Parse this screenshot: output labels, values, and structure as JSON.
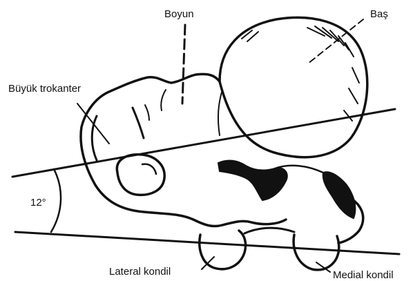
{
  "labels": {
    "neck": "Boyun",
    "head": "Baş",
    "greater_trochanter": "Büyük trokanter",
    "angle": "12°",
    "lateral_condyle": "Lateral kondil",
    "medial_condyle": "Medial kondil"
  },
  "colors": {
    "ink": "#111111",
    "background": "#ffffff"
  }
}
